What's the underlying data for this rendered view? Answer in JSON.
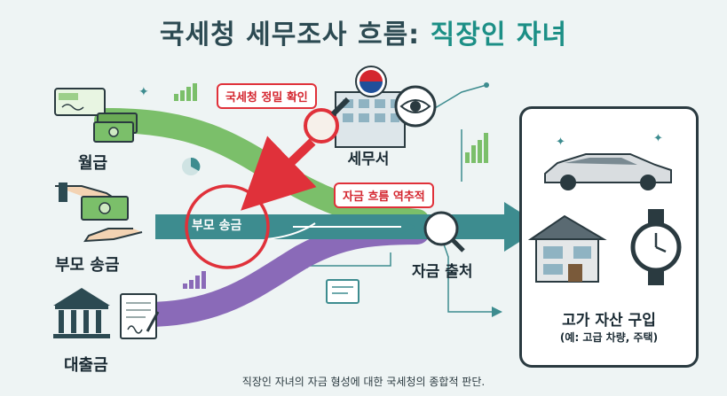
{
  "title": {
    "part1": "국세청 세무조사 흐름:",
    "part2": "직장인 자녀"
  },
  "sources": {
    "salary": "월급",
    "parent_transfer": "부모 송금",
    "loan": "대출금"
  },
  "flow": {
    "parent_transfer_inline": "부모 송금",
    "fund_origin": "자금 출처"
  },
  "nts": {
    "tax_office": "세무서",
    "close_check": "국세청 정밀 확인",
    "trace_back": "자금 흐름 역추적"
  },
  "destination": {
    "title": "고가 자산 구입",
    "examples": "(예: 고급 차량, 주택)"
  },
  "caption": "직장인 자녀의 자금 형성에 대한 국세청의 종합적 판단.",
  "colors": {
    "green": "#7bbf6a",
    "teal": "#3d8c8f",
    "purple": "#8a6ab8",
    "red": "#e0313a",
    "navy": "#2c4a52"
  }
}
